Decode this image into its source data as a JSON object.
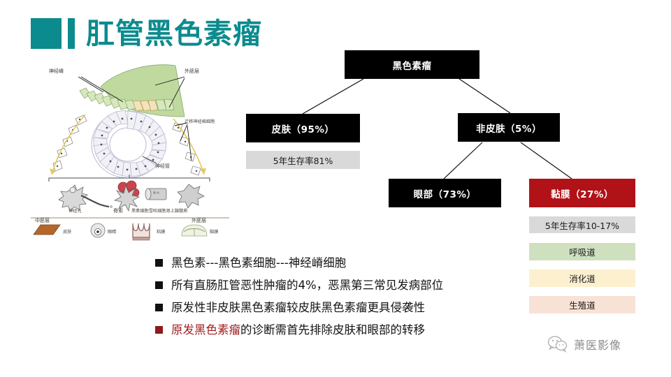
{
  "slide": {
    "title": "肛管黑色素瘤",
    "logo_color": "#0c8b8e"
  },
  "embryo_figure": {
    "name": "neural-crest-development-diagram",
    "labels": {
      "neural_crest": "神经嵴",
      "ectoderm_top": "外胚层",
      "migrating_crest_cells": "迁移神经嵴细胞",
      "neural_tube": "神经管",
      "notochord": "脊索",
      "mesoderm": "中胚层",
      "ectoderm_bottom": "外胚层",
      "neuron": "神经元",
      "melanocyte_group": "黑素细胞雪旺细胞肾上腺髓质"
    },
    "tissues": [
      {
        "label": "皮肤",
        "icon": "skin-patch-icon"
      },
      {
        "label": "眼睛",
        "icon": "eye-icon"
      },
      {
        "label": "粘膜",
        "icon": "mucosa-icon"
      },
      {
        "label": "脑膜",
        "icon": "meninges-icon"
      }
    ]
  },
  "flowchart": {
    "root": {
      "label": "黑色素瘤",
      "color": "#000000"
    },
    "skin": {
      "label": "皮肤（95%）",
      "color": "#000000"
    },
    "skin_survival": {
      "label": "5年生存率81%",
      "color": "#d9d9d9"
    },
    "nonskin": {
      "label": "非皮肤（5%）",
      "color": "#000000"
    },
    "eye": {
      "label": "眼部（73%）",
      "color": "#000000"
    },
    "mucosa": {
      "label": "黏膜（27%）",
      "color": "#b01217"
    },
    "mucosa_survival": {
      "label": "5年生存率10-17%",
      "color": "#d9d9d9"
    },
    "mucosa_sites": [
      {
        "label": "呼吸道",
        "color": "#cfe0bf"
      },
      {
        "label": "消化道",
        "color": "#fcf0cf"
      },
      {
        "label": "生殖道",
        "color": "#f8e2d6"
      }
    ]
  },
  "bullets": [
    {
      "text": "黑色素---黑色素细胞---神经嵴细胞",
      "accent": false
    },
    {
      "text": "所有直肠肛管恶性肿瘤的4%，恶黑第三常见发病部位",
      "accent": false
    },
    {
      "text": "原发性非皮肤黑色素瘤较皮肤黑色素瘤更具侵袭性",
      "accent": false
    },
    {
      "text": "原发黑色素瘤的诊断需首先排除皮肤和眼部的转移",
      "accent": true,
      "highlight": "原发黑色素瘤",
      "rest": "的诊断需首先排除皮肤和眼部的转移"
    }
  ],
  "watermark": {
    "text": "萧医影像",
    "icon": "wechat-icon"
  }
}
